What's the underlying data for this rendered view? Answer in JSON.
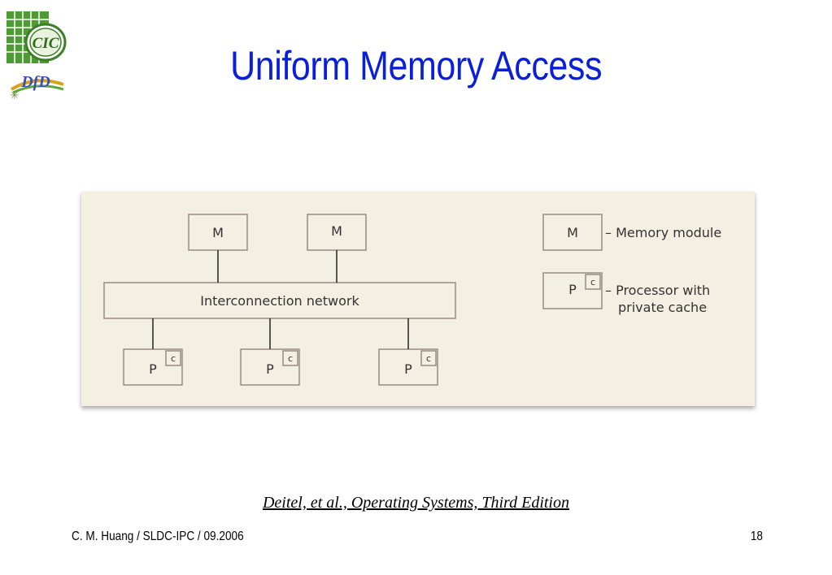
{
  "slide": {
    "title": "Uniform Memory Access",
    "citation": "Deitel, et al., Operating Systems, Third Edition",
    "footer_left": "C. M. Huang / SLDC-IPC / 09.2006",
    "page_number": "18"
  },
  "logo": {
    "top_text": "CIC",
    "bottom_text": "DfD",
    "colors": {
      "grid": "#4f9a35",
      "ring": "#3d7f25",
      "dfd": "#3a4fb5"
    }
  },
  "diagram": {
    "memory_label": "M",
    "interconnect_label": "Interconnection network",
    "processor_label": "P",
    "cache_label": "c",
    "legend": {
      "memory_symbol": "M",
      "memory_desc": "– Memory module",
      "processor_symbol": "P",
      "cache_symbol": "c",
      "processor_desc_line1": "– Processor with",
      "processor_desc_line2": "private cache"
    },
    "colors": {
      "background": "#f4efe3",
      "box_stroke": "#9a8a82",
      "line": "#222222",
      "text": "#333333"
    }
  }
}
